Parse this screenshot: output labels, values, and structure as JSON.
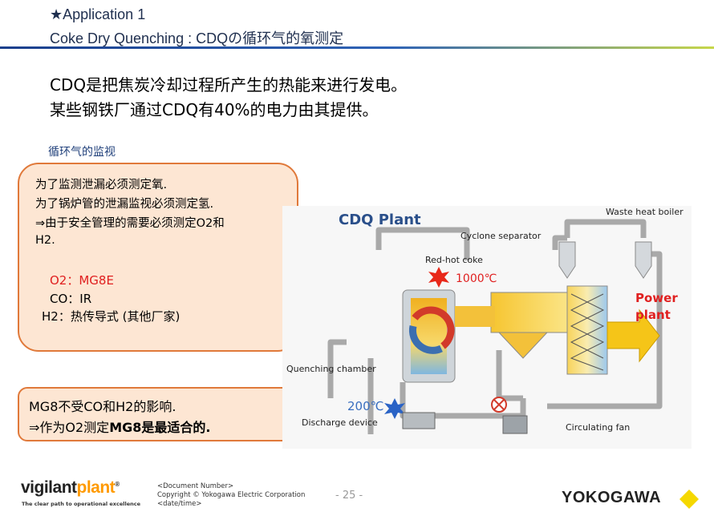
{
  "header": {
    "line1": "★Application 1",
    "line2": "Coke Dry Quenching : CDQの循环气的氧测定"
  },
  "headline": {
    "line1": "CDQ是把焦炭冷却过程所产生的热能来进行发电。",
    "line2": "某些钢铁厂通过CDQ有40%的电力由其提供。"
  },
  "section_title": "循环气的监视",
  "info_box": {
    "line1": "为了监测泄漏必须测定氧.",
    "line2": "为了锅炉管的泄漏监视必须测定氢.",
    "line3": "⇒由于安全管理的需要必须测定O2和",
    "line4": "H2.",
    "o2": "O2：MG8E",
    "co": "CO：IR",
    "h2": "H2：热传导式 (其他厂家)"
  },
  "summary_box": {
    "line1": "MG8不受CO和H2的影响.",
    "line2_prefix": "⇒作为O2测定",
    "line2_bold": "MG8是最适合的."
  },
  "diagram": {
    "title": "CDQ Plant",
    "labels": {
      "waste_heat_boiler": "Waste heat boiler",
      "cyclone_separator": "Cyclone separator",
      "red_hot_coke": "Red-hot coke",
      "temp_1000": "1000℃",
      "power_plant_1": "Power",
      "power_plant_2": "plant",
      "quenching_chamber": "Quenching chamber",
      "temp_200": "200℃",
      "discharge_device": "Discharge device",
      "circulating_fan": "Circulating fan"
    }
  },
  "footer": {
    "doc_number": "<Document  Number>",
    "copyright": "Copyright © Yokogawa Electric Corporation",
    "date": "<date/time>",
    "page": "- 25 -",
    "vigilant_a": "vigilant",
    "vigilant_b": "plant",
    "vigilant_tm": "®",
    "vigilant_tag": "The clear path to operational excellence",
    "yokogawa": "YOKOGAWA"
  },
  "colors": {
    "accent_orange": "#e0793a",
    "box_fill": "#fde6d3",
    "header_blue": "#1f2f4f",
    "brand_yellow": "#f5d800",
    "red_text": "#e02020"
  }
}
